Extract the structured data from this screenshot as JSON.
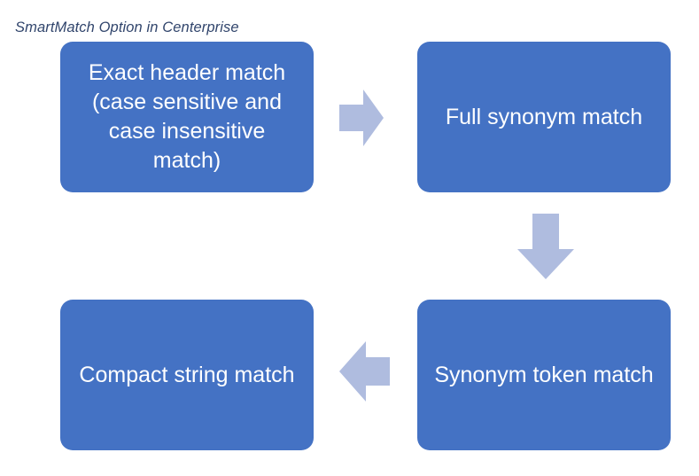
{
  "diagram": {
    "title": "SmartMatch Option in Centerprise",
    "background_color": "#FFFFFF",
    "node_color": "#4472C4",
    "node_text_color": "#FFFFFF",
    "arrow_color": "#AFBCDF",
    "title_color": "#31456C",
    "nodes": [
      {
        "id": "exact-header-match",
        "label": "Exact header match (case sensitive and case insensitive match)"
      },
      {
        "id": "full-synonym-match",
        "label": "Full synonym match"
      },
      {
        "id": "synonym-token-match",
        "label": "Synonym token match"
      },
      {
        "id": "compact-string-match",
        "label": "Compact string match"
      }
    ],
    "arrows": [
      {
        "id": "arrow-right",
        "direction": "right",
        "from": "exact-header-match",
        "to": "full-synonym-match"
      },
      {
        "id": "arrow-down",
        "direction": "down",
        "from": "full-synonym-match",
        "to": "synonym-token-match"
      },
      {
        "id": "arrow-left",
        "direction": "left",
        "from": "synonym-token-match",
        "to": "compact-string-match"
      }
    ]
  }
}
